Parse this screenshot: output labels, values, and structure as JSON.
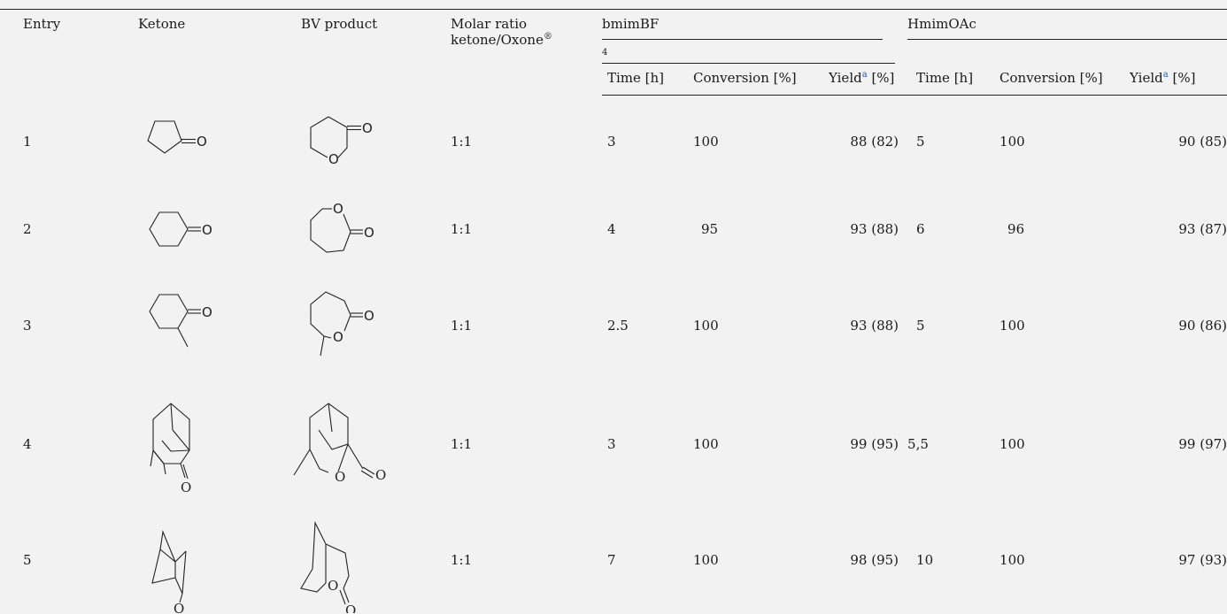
{
  "headers": {
    "entry": "Entry",
    "ketone": "Ketone",
    "bv_product": "BV product",
    "molar_ratio_line1": "Molar ratio",
    "molar_ratio_line2": "ketone/Oxone",
    "molar_ratio_mark": "®",
    "group1_base": "bmimBF",
    "group1_sub": "4",
    "group2": "HmimOAc",
    "time": "Time [h]",
    "conversion": "Conversion [%]",
    "yield_label": "Yield",
    "yield_note": "a",
    "yield_unit": " [%]"
  },
  "structures": {
    "carbonyl_oxygen": "O",
    "ring_oxygen": "O"
  },
  "rows": [
    {
      "entry": "1",
      "ratio": "1:1",
      "t1": "3",
      "c1": "100",
      "y1": "88 (82)",
      "t2": "5",
      "c2": "100",
      "y2": "90 (85)",
      "ketone_icon": "cyclopentanone-structure",
      "product_icon": "delta-valerolactone-structure"
    },
    {
      "entry": "2",
      "ratio": "1:1",
      "t1": "4",
      "c1": "95",
      "y1": "93 (88)",
      "t2": "6",
      "c2": "96",
      "y2": "93 (87)",
      "ketone_icon": "cyclohexanone-structure",
      "product_icon": "epsilon-caprolactone-structure"
    },
    {
      "entry": "3",
      "ratio": "1:1",
      "t1": "2.5",
      "c1": "100",
      "y1": "93 (88)",
      "t2": "5",
      "c2": "100",
      "y2": "90 (86)",
      "ketone_icon": "2-methylcyclohexanone-structure",
      "product_icon": "methyl-caprolactone-structure"
    },
    {
      "entry": "4",
      "ratio": "1:1",
      "t1": "3",
      "c1": "100",
      "y1": "99 (95)",
      "t2": "5,5",
      "c2": "100",
      "y2": "99 (97)",
      "ketone_icon": "adamantanone-structure",
      "product_icon": "adamantane-lactone-structure"
    },
    {
      "entry": "5",
      "ratio": "1:1",
      "t1": "7",
      "c1": "100",
      "y1": "98 (95)",
      "t2": "10",
      "c2": "100",
      "y2": "97 (93)",
      "ketone_icon": "norcamphor-structure",
      "product_icon": "bicyclic-lactone-structure"
    }
  ]
}
